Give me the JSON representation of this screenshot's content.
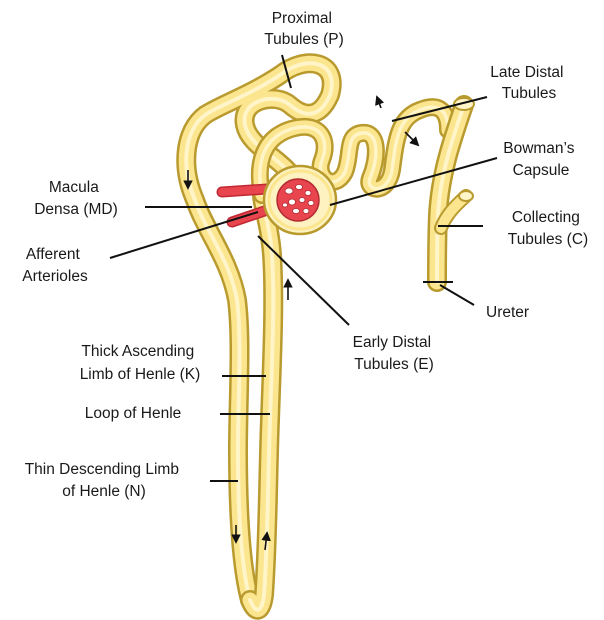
{
  "diagram": {
    "labels": {
      "proximal": [
        "Proximal",
        "Tubules (P)"
      ],
      "late_distal": [
        "Late Distal",
        "Tubules"
      ],
      "bowmans": [
        "Bowman’s",
        "Capsule"
      ],
      "macula": [
        "Macula",
        "Densa (MD)"
      ],
      "collecting": [
        "Collecting",
        "Tubules (C)"
      ],
      "afferent": [
        "Afferent",
        "Arterioles"
      ],
      "ureter": [
        "Ureter"
      ],
      "early_distal": [
        "Early Distal",
        "Tubules (E)"
      ],
      "thick_ascending": [
        "Thick Ascending",
        "Limb of Henle (K)"
      ],
      "loop": [
        "Loop of Henle"
      ],
      "thin_descending": [
        "Thin Descending Limb",
        "of Henle (N)"
      ]
    },
    "colors": {
      "tubule_fill": "#fbe58f",
      "tubule_outline": "#b89a2e",
      "glomerulus": "#e8454f",
      "capsule_fill": "#fdf2c0"
    }
  }
}
